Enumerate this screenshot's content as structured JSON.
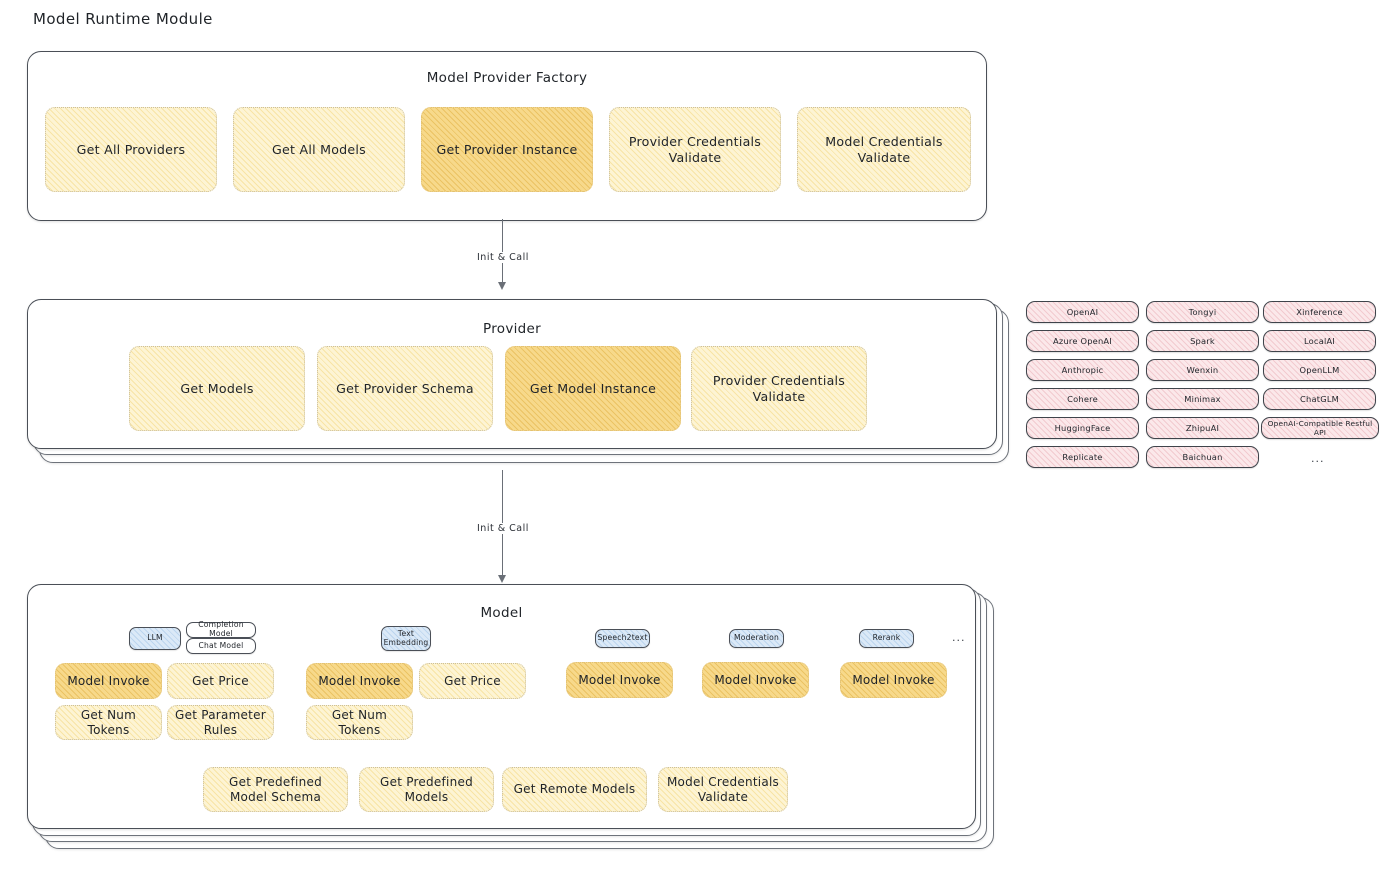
{
  "diagram": {
    "title": "Model Runtime Module",
    "connectors": [
      {
        "label": "Init & Call"
      },
      {
        "label": "Init & Call"
      }
    ]
  },
  "factory_panel": {
    "title": "Model Provider Factory",
    "chips": [
      {
        "label": "Get All Providers",
        "highlighted": false
      },
      {
        "label": "Get All Models",
        "highlighted": false
      },
      {
        "label": "Get Provider Instance",
        "highlighted": true
      },
      {
        "label": "Provider Credentials Validate",
        "highlighted": false
      },
      {
        "label": "Model Credentials Validate",
        "highlighted": false
      }
    ]
  },
  "provider_panel": {
    "title": "Provider",
    "chips": [
      {
        "label": "Get Models",
        "highlighted": false
      },
      {
        "label": "Get Provider Schema",
        "highlighted": false
      },
      {
        "label": "Get Model Instance",
        "highlighted": true
      },
      {
        "label": "Provider Credentials Validate",
        "highlighted": false
      }
    ]
  },
  "provider_tags": {
    "columns": [
      {
        "items": [
          "OpenAI",
          "Azure OpenAI",
          "Anthropic",
          "Cohere",
          "HuggingFace",
          "Replicate"
        ]
      },
      {
        "items": [
          "Tongyi",
          "Spark",
          "Wenxin",
          "Minimax",
          "ZhipuAI",
          "Baichuan"
        ]
      },
      {
        "items": [
          "Xinference",
          "LocalAI",
          "OpenLLM",
          "ChatGLM",
          "OpenAI-Compatible Restful API"
        ]
      }
    ],
    "more": "..."
  },
  "model_panel": {
    "title": "Model",
    "more": "...",
    "types": [
      {
        "badge": "LLM",
        "badge_style": "blue",
        "subtypes": [
          "Completion Model",
          "Chat Model"
        ],
        "chips": [
          {
            "label": "Model Invoke",
            "highlighted": true
          },
          {
            "label": "Get Price",
            "highlighted": false
          },
          {
            "label": "Get Num Tokens",
            "highlighted": false
          },
          {
            "label": "Get Parameter Rules",
            "highlighted": false
          }
        ]
      },
      {
        "badge": "Text Embedding",
        "badge_style": "blue",
        "subtypes": [],
        "chips": [
          {
            "label": "Model Invoke",
            "highlighted": true
          },
          {
            "label": "Get Price",
            "highlighted": false
          },
          {
            "label": "Get Num Tokens",
            "highlighted": false
          }
        ]
      },
      {
        "badge": "Speech2text",
        "badge_style": "blue",
        "subtypes": [],
        "chips": [
          {
            "label": "Model Invoke",
            "highlighted": true
          }
        ]
      },
      {
        "badge": "Moderation",
        "badge_style": "blue",
        "subtypes": [],
        "chips": [
          {
            "label": "Model Invoke",
            "highlighted": true
          }
        ]
      },
      {
        "badge": "Rerank",
        "badge_style": "blue",
        "subtypes": [],
        "chips": [
          {
            "label": "Model Invoke",
            "highlighted": true
          }
        ]
      }
    ],
    "common_chips": [
      {
        "label": "Get Predefined Model Schema"
      },
      {
        "label": "Get Predefined Models"
      },
      {
        "label": "Get Remote Models"
      },
      {
        "label": "Model Credentials Validate"
      }
    ]
  },
  "colors": {
    "chip_fill": "#fdf4d4",
    "chip_highlight": "#f7d98b",
    "tag_fill": "#fbe8ea",
    "badge_blue": "#dbe9f7",
    "panel_border": "#4a4f57"
  }
}
